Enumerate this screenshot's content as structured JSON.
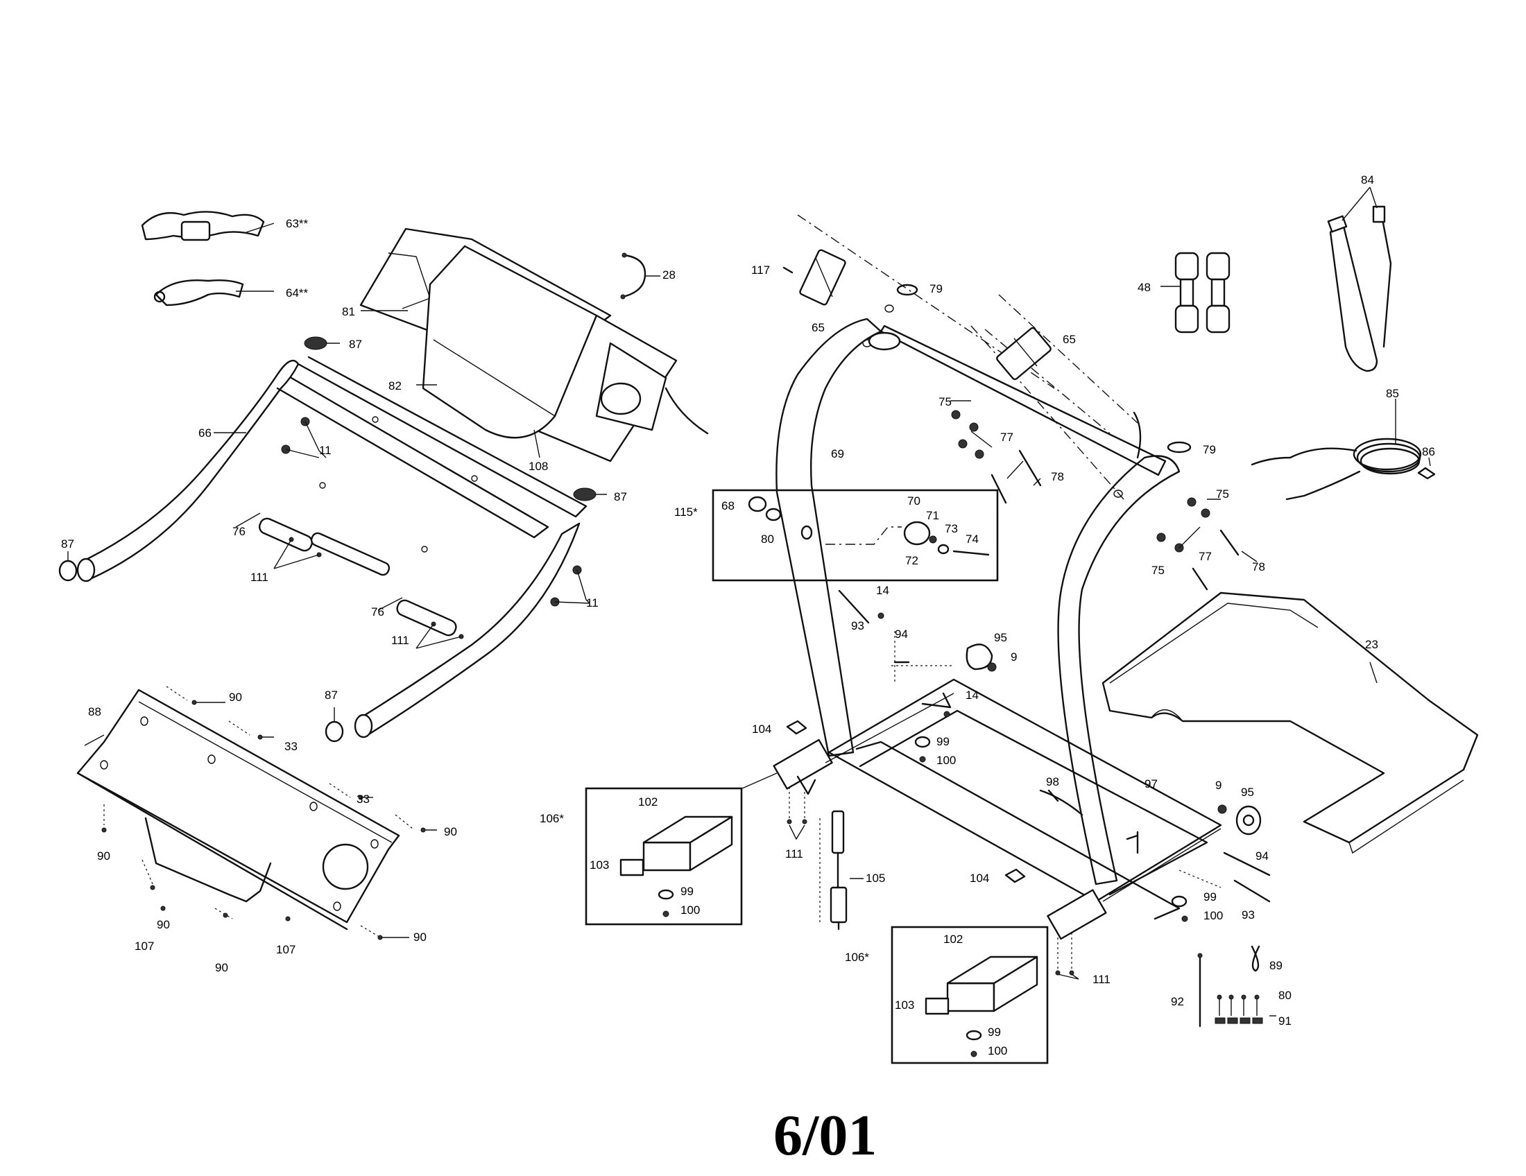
{
  "date_code": "6/01",
  "callouts": {
    "c1": "63**",
    "c2": "64**",
    "c3": "28",
    "c4": "81",
    "c5": "87",
    "c6": "82",
    "c7": "66",
    "c8": "11",
    "c9": "108",
    "c10": "87",
    "c11": "87",
    "c12": "76",
    "c13": "111",
    "c14": "76",
    "c15": "11",
    "c16": "111",
    "c17": "87",
    "c18": "90",
    "c19": "88",
    "c20": "33",
    "c21": "33",
    "c22": "90",
    "c23": "90",
    "c24": "90",
    "c25": "107",
    "c26": "90",
    "c27": "107",
    "c28": "90",
    "c29": "117",
    "c30": "65",
    "c31": "79",
    "c32": "65",
    "c33": "75",
    "c34": "77",
    "c35": "78",
    "c36": "69",
    "c37": "79",
    "c38": "115*",
    "c39": "68",
    "c40": "80",
    "c41": "70",
    "c42": "71",
    "c43": "73",
    "c44": "74",
    "c45": "72",
    "c46": "75",
    "c47": "77",
    "c48": "75",
    "c49": "78",
    "c50": "14",
    "c51": "93",
    "c52": "94",
    "c53": "95",
    "c54": "9",
    "c55": "14",
    "c56": "99",
    "c57": "100",
    "c58": "104",
    "c59": "106*",
    "c60": "102",
    "c61": "103",
    "c62": "99",
    "c63": "100",
    "c64": "111",
    "c65": "105",
    "c66": "98",
    "c67": "97",
    "c68": "9",
    "c69": "95",
    "c70": "94",
    "c71": "104",
    "c72": "99",
    "c73": "100",
    "c74": "93",
    "c75": "106*",
    "c76": "102",
    "c77": "103",
    "c78": "99",
    "c79": "100",
    "c80": "111",
    "c81": "23",
    "c82": "48",
    "c83": "84",
    "c84": "85",
    "c85": "86",
    "c86": "89",
    "c87": "80",
    "c88": "92",
    "c89": "91"
  }
}
